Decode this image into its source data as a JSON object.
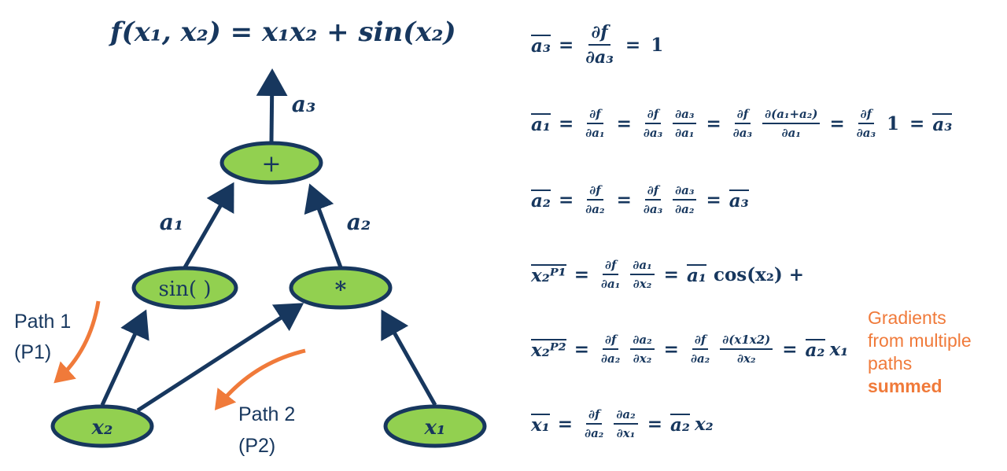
{
  "colors": {
    "ink": "#17375e",
    "node_fill": "#92d050",
    "path_arrow": "#f07a3a"
  },
  "title": "f(x₁, x₂) = x₁x₂ + sin(x₂)",
  "graph": {
    "nodes": {
      "plus": "+",
      "sin": "sin( )",
      "mul": "*",
      "x2": "x₂",
      "x1": "x₁"
    },
    "edges": {
      "a1": "a₁",
      "a2": "a₂",
      "a3": "a₃"
    },
    "paths": {
      "p1_line1": "Path 1",
      "p1_line2": "(P1)",
      "p2_line1": "Path 2",
      "p2_line2": "(P2)"
    }
  },
  "equations": [
    [
      {
        "t": "bar",
        "v": "a₃"
      },
      {
        "t": "op",
        "v": "="
      },
      {
        "t": "frac",
        "n": "∂f",
        "d": "∂a₃",
        "big": true
      },
      {
        "t": "op",
        "v": "="
      },
      {
        "t": "num",
        "v": "1"
      }
    ],
    [
      {
        "t": "bar",
        "v": "a₁"
      },
      {
        "t": "op",
        "v": "="
      },
      {
        "t": "frac",
        "n": "∂f",
        "d": "∂a₁"
      },
      {
        "t": "op",
        "v": "="
      },
      {
        "t": "frac",
        "n": "∂f",
        "d": "∂a₃"
      },
      {
        "t": "frac",
        "n": "∂a₃",
        "d": "∂a₁"
      },
      {
        "t": "op",
        "v": "="
      },
      {
        "t": "frac",
        "n": "∂f",
        "d": "∂a₃"
      },
      {
        "t": "frac",
        "n": "∂(a₁+a₂)",
        "d": "∂a₁"
      },
      {
        "t": "op",
        "v": "="
      },
      {
        "t": "frac",
        "n": "∂f",
        "d": "∂a₃"
      },
      {
        "t": "num",
        "v": "1"
      },
      {
        "t": "op",
        "v": "="
      },
      {
        "t": "bar",
        "v": "a₃"
      }
    ],
    [
      {
        "t": "bar",
        "v": "a₂"
      },
      {
        "t": "op",
        "v": "="
      },
      {
        "t": "frac",
        "n": "∂f",
        "d": "∂a₂"
      },
      {
        "t": "op",
        "v": "="
      },
      {
        "t": "frac",
        "n": "∂f",
        "d": "∂a₃"
      },
      {
        "t": "frac",
        "n": "∂a₃",
        "d": "∂a₂"
      },
      {
        "t": "op",
        "v": "="
      },
      {
        "t": "bar",
        "v": "a₃"
      }
    ],
    [
      {
        "t": "bar",
        "v": "x₂ᴾ¹"
      },
      {
        "t": "op",
        "v": "="
      },
      {
        "t": "frac",
        "n": "∂f",
        "d": "∂a₁"
      },
      {
        "t": "frac",
        "n": "∂a₁",
        "d": "∂x₂"
      },
      {
        "t": "op",
        "v": "="
      },
      {
        "t": "bar",
        "v": "a₁"
      },
      {
        "t": "num",
        "v": "cos(x₂) +"
      }
    ],
    [
      {
        "t": "bar",
        "v": "x₂ᴾ²"
      },
      {
        "t": "op",
        "v": "="
      },
      {
        "t": "frac",
        "n": "∂f",
        "d": "∂a₂"
      },
      {
        "t": "frac",
        "n": "∂a₂",
        "d": "∂x₂"
      },
      {
        "t": "op",
        "v": "="
      },
      {
        "t": "frac",
        "n": "∂f",
        "d": "∂a₂"
      },
      {
        "t": "frac",
        "n": "∂(x1x2)",
        "d": "∂x₂"
      },
      {
        "t": "op",
        "v": "="
      },
      {
        "t": "bar",
        "v": "a₂"
      },
      {
        "t": "tok",
        "v": "x₁"
      }
    ],
    [
      {
        "t": "bar",
        "v": "x₁"
      },
      {
        "t": "op",
        "v": "="
      },
      {
        "t": "frac",
        "n": "∂f",
        "d": "∂a₂"
      },
      {
        "t": "frac",
        "n": "∂a₂",
        "d": "∂x₁"
      },
      {
        "t": "op",
        "v": "="
      },
      {
        "t": "bar",
        "v": "a₂"
      },
      {
        "t": "tok",
        "v": "x₂"
      }
    ]
  ],
  "note": {
    "line1": "Gradients",
    "line2": "from multiple",
    "line3": "paths",
    "line4": "summed"
  }
}
